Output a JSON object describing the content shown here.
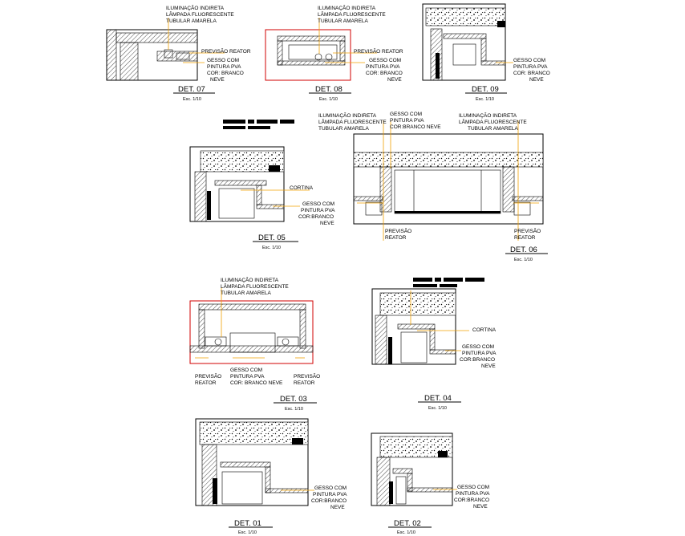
{
  "details": {
    "det07": {
      "title": "DET. 07",
      "scale": "Esc. 1/10",
      "note_light": [
        "ILUMINAÇÃO INDIRETA",
        "LÂMPADA FLUORESCENTE",
        "TUBULAR AMARELA"
      ],
      "note_reactor": "PREVISÃO REATOR",
      "note_finish": [
        "GESSO COM",
        "PINTURA PVA",
        "COR: BRANCO",
        "NEVE"
      ]
    },
    "det08": {
      "title": "DET. 08",
      "scale": "Esc. 1/10",
      "note_light": [
        "ILUMINAÇÃO INDIRETA",
        "LÂMPADA FLUORESCENTE",
        "TUBULAR AMARELA"
      ],
      "note_reactor": "PREVISÃO REATOR",
      "note_finish": [
        "GESSO COM",
        "PINTURA PVA",
        "COR: BRANCO",
        "NEVE"
      ]
    },
    "det09": {
      "title": "DET. 09",
      "scale": "Esc. 1/10",
      "note_finish": [
        "GESSO COM",
        "PINTURA PVA",
        "COR: BRANCO",
        "NEVE"
      ]
    },
    "det05": {
      "title": "DET. 05",
      "scale": "Esc. 1/10",
      "note_curtain": "CORTINA",
      "note_finish": [
        "GESSO COM",
        "PINTURA PVA",
        "COR:BRANCO",
        "NEVE"
      ]
    },
    "det06": {
      "title": "DET. 06",
      "scale": "Esc. 1/10",
      "note_light_left": [
        "ILUMINAÇÃO INDIRETA",
        "LÂMPADA FLUORESCENTE",
        "TUBULAR AMARELA"
      ],
      "note_finish": [
        "GESSO COM",
        "PINTURA PVA",
        "COR:BRANCO NEVE"
      ],
      "note_light_right": [
        "ILUMINAÇÃO INDIRETA",
        "LÂMPADA FLUORESCENTE",
        "TUBULAR AMARELA"
      ],
      "note_reactor_left": [
        "PREVISÃO",
        "REATOR"
      ],
      "note_reactor_right": [
        "PREVISÃO",
        "REATOR"
      ]
    },
    "det03": {
      "title": "DET. 03",
      "scale": "Esc. 1/10",
      "note_light": [
        "ILUMINAÇÃO INDIRETA",
        "LÂMPADA FLUORESCENTE",
        "TUBULAR AMARELA"
      ],
      "note_reactor_left": [
        "PREVISÃO",
        "REATOR"
      ],
      "note_finish": [
        "GESSO COM",
        "PINTURA PVA",
        "COR: BRANCO NEVE"
      ],
      "note_reactor_right": [
        "PREVISÃO",
        "REATOR"
      ]
    },
    "det04": {
      "title": "DET. 04",
      "scale": "Esc. 1/10",
      "note_curtain": "CORTINA",
      "note_finish": [
        "GESSO COM",
        "PINTURA PVA",
        "COR:BRANCO",
        "NEVE"
      ]
    },
    "det01": {
      "title": "DET. 01",
      "scale": "Esc. 1/10",
      "note_finish": [
        "GESSO COM",
        "PINTURA PVA",
        "COR:BRANCO",
        "NEVE"
      ]
    },
    "det02": {
      "title": "DET. 02",
      "scale": "Esc. 1/10",
      "note_finish": [
        "GESSO COM",
        "PINTURA PVA",
        "COR:BRANCO",
        "NEVE"
      ]
    }
  },
  "colors": {
    "annotation_line": "#f0a000",
    "highlight_frame": "#d00000",
    "linework": "#000000"
  }
}
